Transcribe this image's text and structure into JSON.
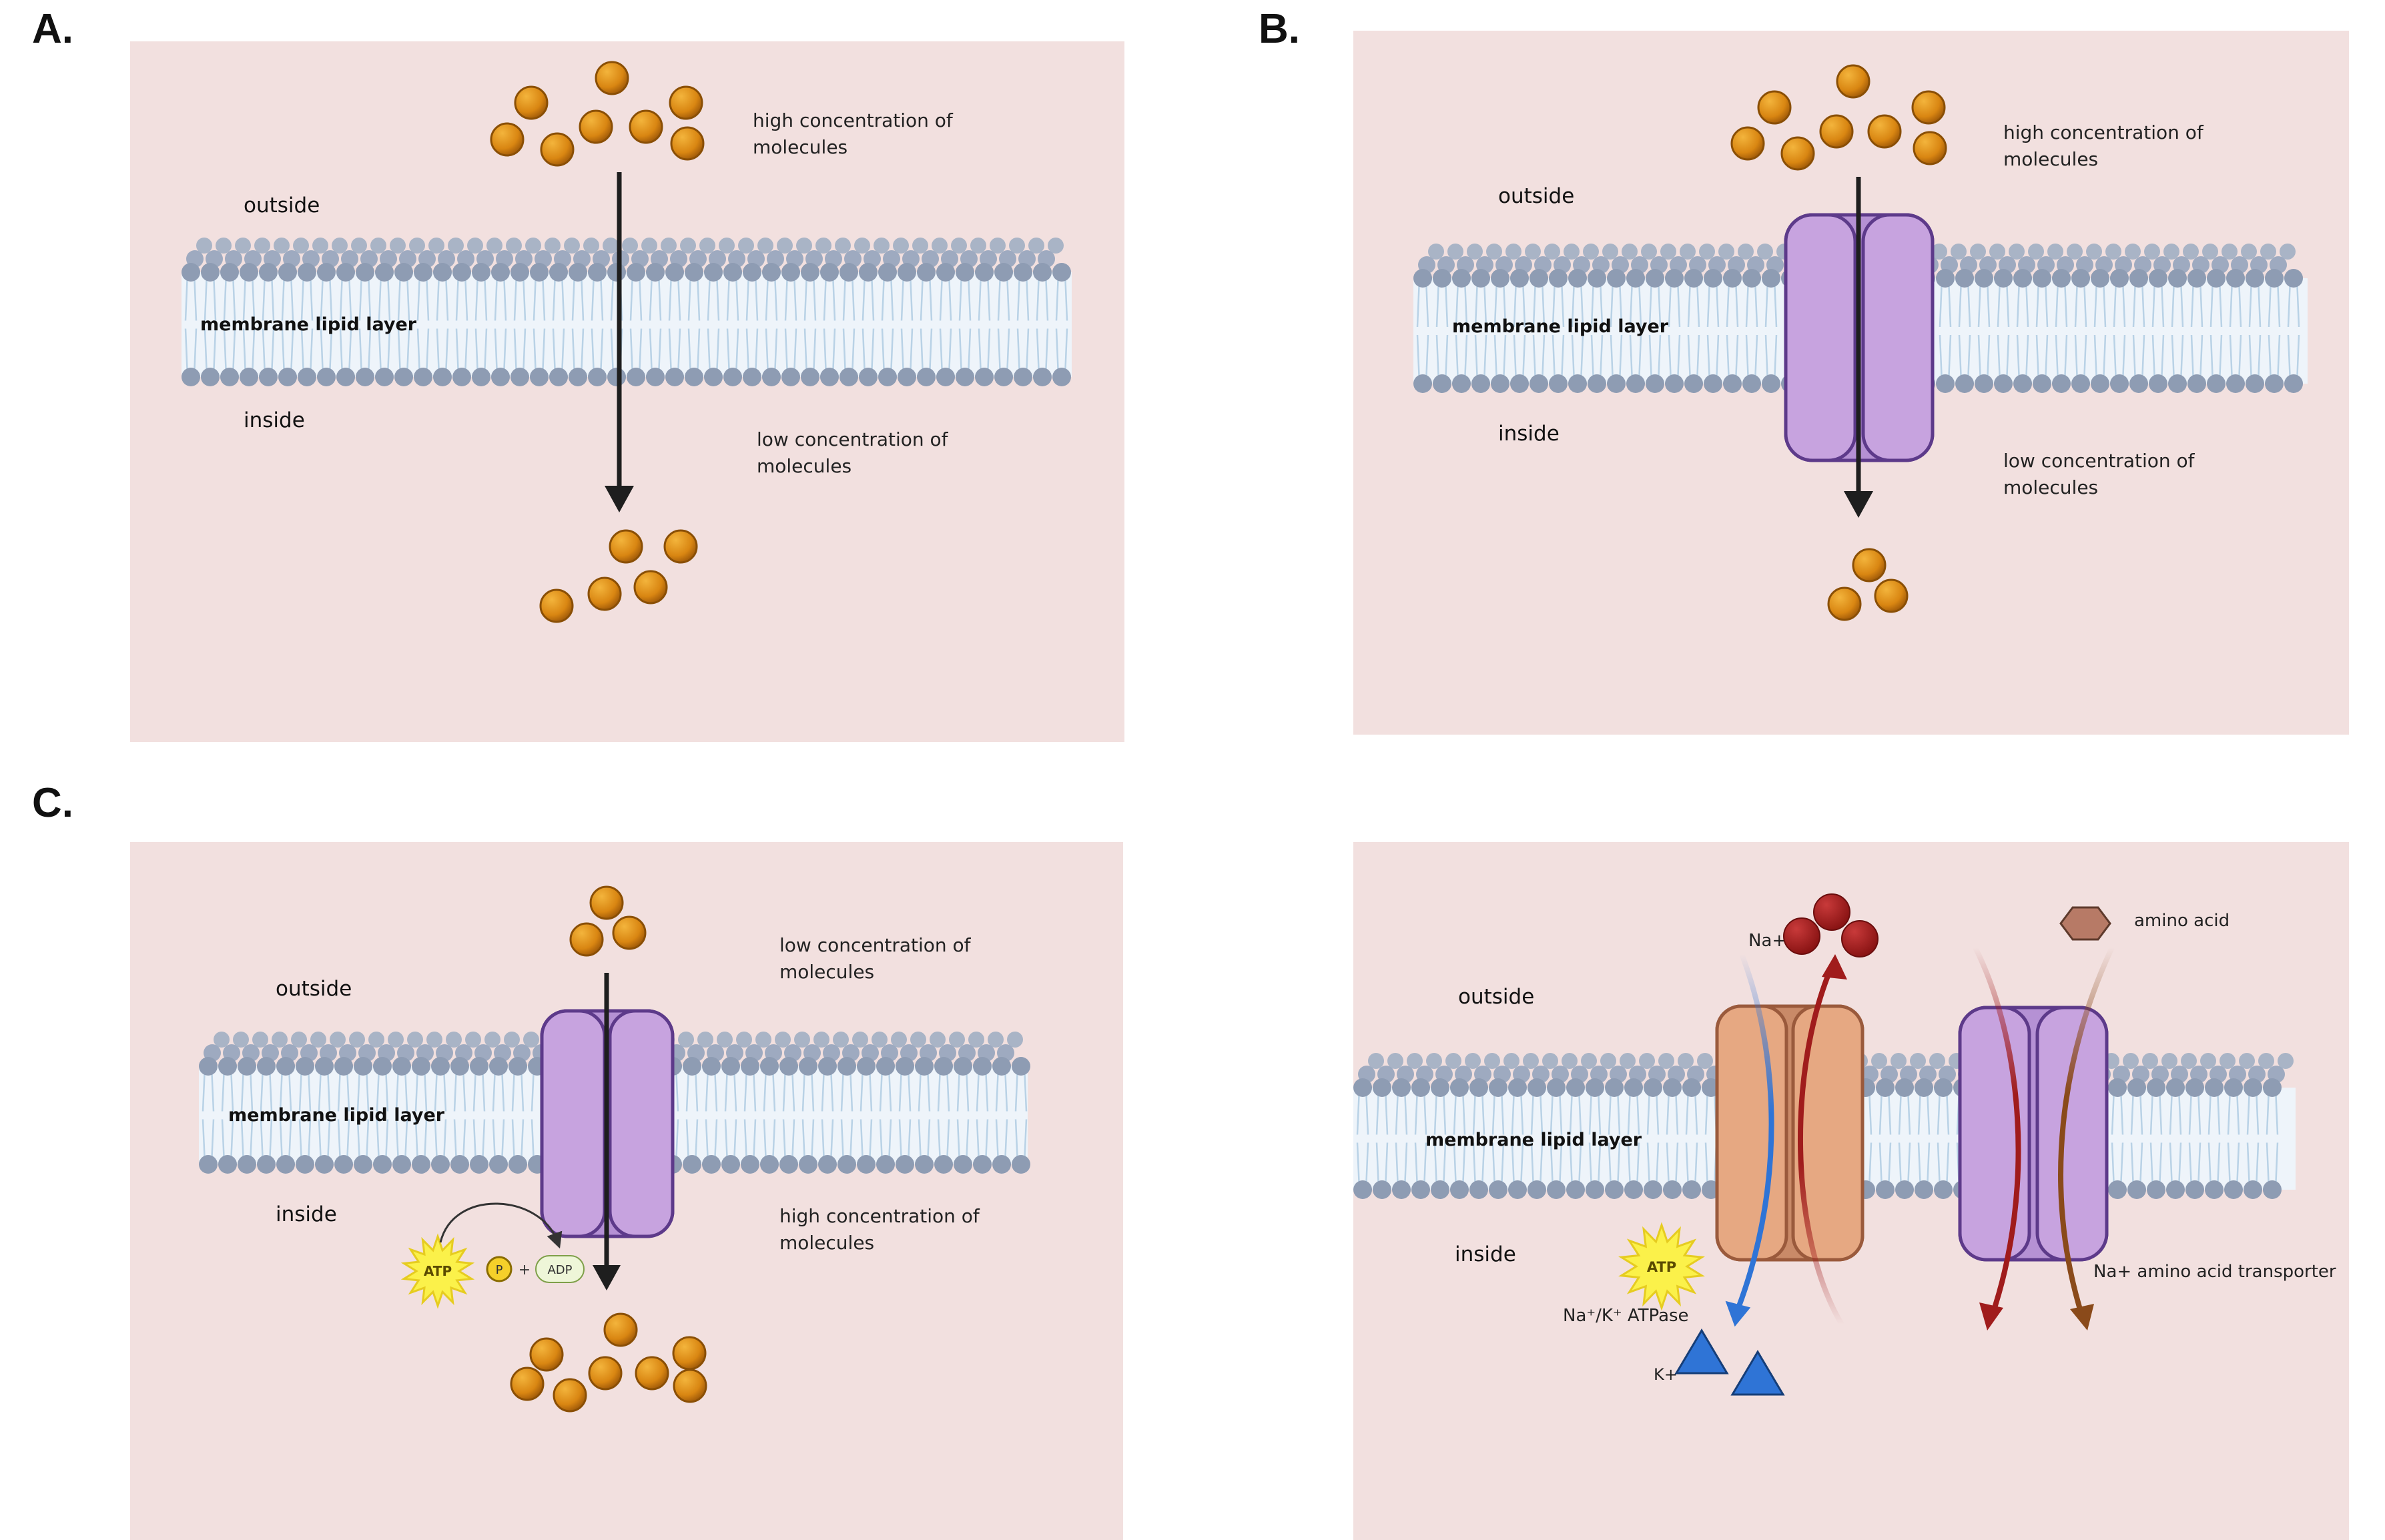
{
  "panels": {
    "a": {
      "letter": "A.",
      "outside": "outside",
      "inside": "inside",
      "membrane": "membrane lipid layer",
      "top_label_1": "high concentration of",
      "top_label_2": "molecules",
      "bottom_label_1": "low concentration of",
      "bottom_label_2": "molecules"
    },
    "b": {
      "letter": "B.",
      "outside": "outside",
      "inside": "inside",
      "membrane": "membrane lipid layer",
      "top_label_1": "high concentration of",
      "top_label_2": "molecules",
      "bottom_label_1": "low concentration of",
      "bottom_label_2": "molecules"
    },
    "c": {
      "letter": "C.",
      "outside": "outside",
      "inside": "inside",
      "membrane": "membrane lipid layer",
      "top_label_1": "low concentration of",
      "top_label_2": "molecules",
      "bottom_label_1": "high concentration of",
      "bottom_label_2": "molecules",
      "atp": "ATP",
      "phosphate": "P",
      "plus": "+",
      "adp": "ADP"
    },
    "d": {
      "outside": "outside",
      "inside": "inside",
      "membrane": "membrane lipid layer",
      "na_label": "Na+",
      "amino_acid": "amino acid",
      "atp": "ATP",
      "atpase_label": "Na⁺/K⁺ ATPase",
      "k_label": "K+",
      "transporter_label": "Na+ amino acid transporter"
    }
  },
  "colors": {
    "panel_bg": "#f2e0df",
    "head_group": "#8e9cb3",
    "tail_line": "#b9d2e6",
    "membrane_fill": "#eef4fa",
    "molecule": "#d98612",
    "molecule_edge": "#8a4f05",
    "channel": "#c7a3df",
    "channel_edge": "#5d3a8a",
    "pump": "#e6a882",
    "pump_edge": "#9a5a3c",
    "sodium": "#a01c1c",
    "potassium": "#2f74d6",
    "amino_acid": "#b77a66",
    "arrow": "#1e1e1e"
  }
}
